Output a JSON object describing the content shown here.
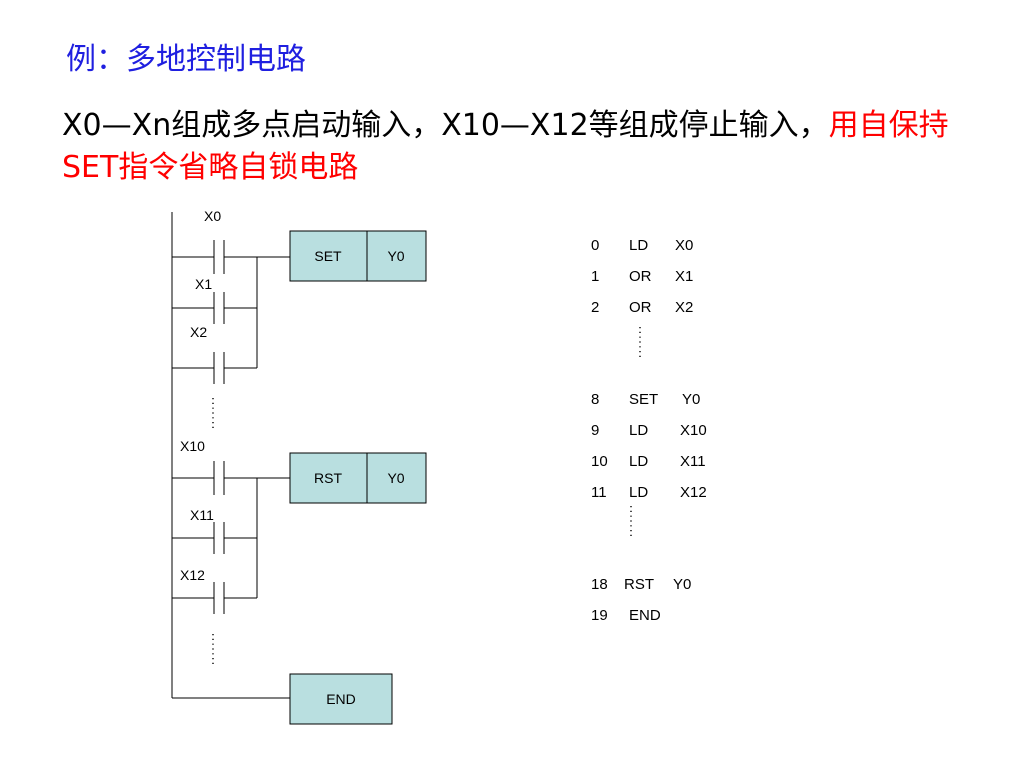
{
  "title": {
    "text": "例：多地控制电路",
    "color": "#1f1fe0"
  },
  "description": {
    "black_part": "X0—Xn组成多点启动输入，X10—X12等组成停止输入，",
    "red_part": "用自保持SET指令省略自锁电路",
    "red_color": "#ff0000"
  },
  "ladder": {
    "contacts": [
      "X0",
      "X1",
      "X2",
      "X10",
      "X11",
      "X12"
    ],
    "set_coil": {
      "instr": "SET",
      "operand": "Y0"
    },
    "rst_coil": {
      "instr": "RST",
      "operand": "Y0"
    },
    "end_box": "END",
    "box_color": "#b9dfe0"
  },
  "program": [
    {
      "step": "0",
      "instr": "LD",
      "operand": "X0"
    },
    {
      "step": "1",
      "instr": "OR",
      "operand": "X1"
    },
    {
      "step": "2",
      "instr": "OR",
      "operand": "X2"
    },
    {
      "step": "8",
      "instr": "SET",
      "operand": "Y0"
    },
    {
      "step": "9",
      "instr": "LD",
      "operand": "X10"
    },
    {
      "step": "10",
      "instr": "LD",
      "operand": "X11"
    },
    {
      "step": "11",
      "instr": "LD",
      "operand": "X12"
    },
    {
      "step": "18",
      "instr": "RST",
      "operand": "Y0"
    },
    {
      "step": "19",
      "instr": "END",
      "operand": ""
    }
  ]
}
